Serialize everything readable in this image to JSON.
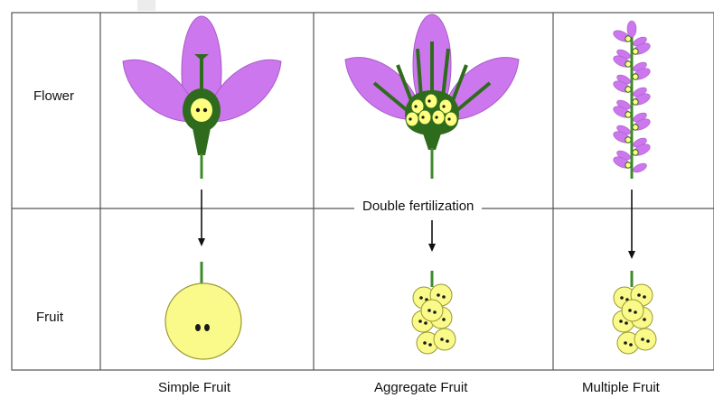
{
  "rows": {
    "flower": "Flower",
    "fruit": "Fruit"
  },
  "columns": [
    {
      "caption": "Simple Fruit"
    },
    {
      "caption": "Aggregate Fruit"
    },
    {
      "caption": "Multiple Fruit"
    }
  ],
  "center_note": "Double fertilization",
  "colors": {
    "petal": "#cc77ee",
    "petal_stroke": "#a95cc8",
    "receptacle": "#2f6b1c",
    "stem": "#3f8a2c",
    "ovule": "#ffff80",
    "fruit": "#fafa8a",
    "fruit_stroke": "#999933",
    "seed": "#1a1a1a",
    "grid": "#555555"
  }
}
